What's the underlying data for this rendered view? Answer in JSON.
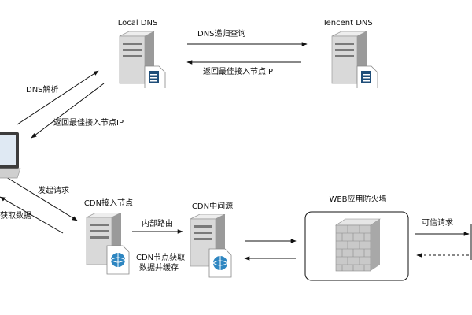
{
  "nodes": {
    "local_dns": "Local DNS",
    "tencent_dns": "Tencent DNS",
    "cdn_access": "CDN接入节点",
    "cdn_middle": "CDN中间源",
    "waf": "WEB应用防火墙"
  },
  "edges": {
    "dns_recursive_query": "DNS递归查询",
    "return_best_node_ip_top": "返回最佳接入节点IP",
    "dns_resolve": "DNS解析",
    "return_best_node_ip_left": "返回最佳接入节点IP",
    "initiate_request": "发起请求",
    "get_data_partial": "获取数据",
    "internal_routing": "内部路由",
    "cdn_get_cache_line1": "CDN节点获取",
    "cdn_get_cache_line2": "数据并缓存",
    "trusted_request": "可信请求"
  },
  "colors": {
    "server_body": "#d9d9d9",
    "server_dark": "#9a9a9a",
    "brick": "#c9c9c9",
    "globe": "#2e86c1",
    "arrow": "#111111"
  }
}
